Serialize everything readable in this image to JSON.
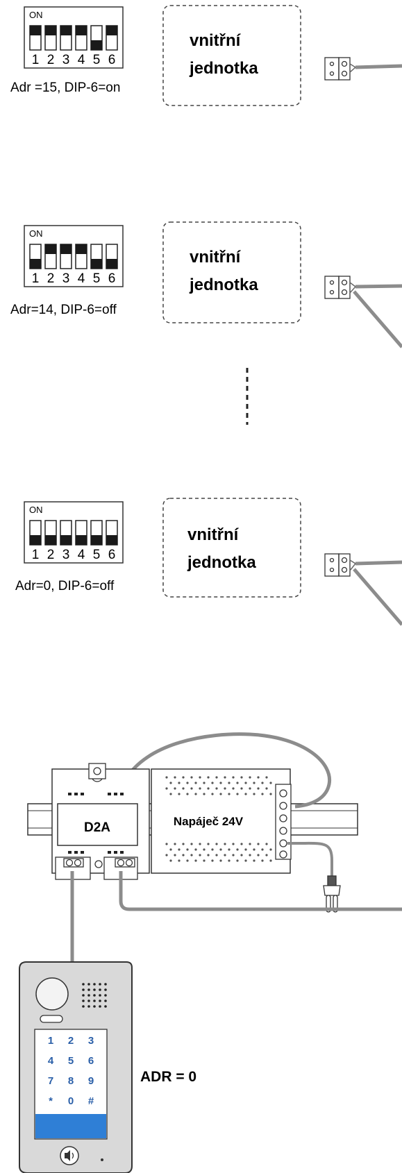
{
  "units": [
    {
      "label_line1": "vnitřní",
      "label_line2": "jednotka",
      "dip_on": "ON",
      "dip_numbers": [
        "1",
        "2",
        "3",
        "4",
        "5",
        "6"
      ],
      "address": "Adr =15, DIP-6=on"
    },
    {
      "label_line1": "vnitřní",
      "label_line2": "jednotka",
      "dip_on": "ON",
      "dip_numbers": [
        "1",
        "2",
        "3",
        "4",
        "5",
        "6"
      ],
      "address": "Adr=14, DIP-6=off"
    },
    {
      "label_line1": "vnitřní",
      "label_line2": "jednotka",
      "dip_on": "ON",
      "dip_numbers": [
        "1",
        "2",
        "3",
        "4",
        "5",
        "6"
      ],
      "address": "Adr=0, DIP-6=off"
    }
  ],
  "d2a_label": "D2A",
  "power_label": "Napáječ 24V",
  "keypad_keys": [
    "1",
    "2",
    "3",
    "4",
    "5",
    "6",
    "7",
    "8",
    "9",
    "*",
    "0",
    "#"
  ],
  "door_address": "ADR = 0",
  "colors": {
    "wire": "#8c8c8c",
    "keypad_text": "#2a5fa8",
    "keypad_bar": "#2f7fd6",
    "outline": "#444444"
  }
}
